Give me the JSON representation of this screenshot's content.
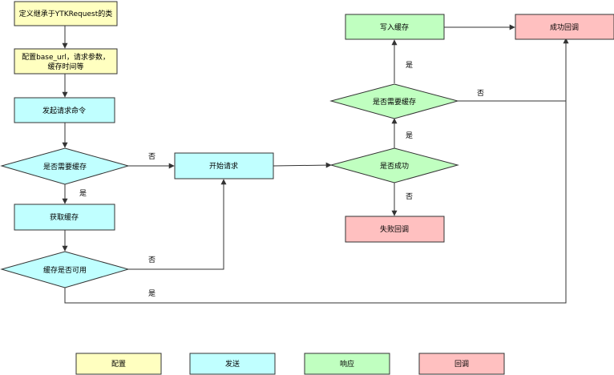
{
  "colors": {
    "config": "#ffffc0",
    "send": "#c0ffff",
    "response": "#c0ffc0",
    "callback": "#ffc0c0",
    "stroke": "#333333"
  },
  "nodes": {
    "define_class": {
      "label": "定义继承于YTKRequest的类",
      "shape": "rect",
      "category": "config"
    },
    "config_params": {
      "label_line1": "配置base_url，请求参数，",
      "label_line2": "缓存时间等",
      "shape": "rect",
      "category": "config"
    },
    "send_command": {
      "label": "发起请求命令",
      "shape": "rect",
      "category": "send"
    },
    "need_cache_1": {
      "label": "是否需要缓存",
      "shape": "diamond",
      "category": "send"
    },
    "get_cache": {
      "label": "获取缓存",
      "shape": "rect",
      "category": "send"
    },
    "cache_usable": {
      "label": "缓存是否可用",
      "shape": "diamond",
      "category": "send"
    },
    "start_request": {
      "label": "开始请求",
      "shape": "rect",
      "category": "send"
    },
    "is_success": {
      "label": "是否成功",
      "shape": "diamond",
      "category": "response"
    },
    "need_cache_2": {
      "label": "是否需要缓存",
      "shape": "diamond",
      "category": "response"
    },
    "write_cache": {
      "label": "写入缓存",
      "shape": "rect",
      "category": "response"
    },
    "fail_callback": {
      "label": "失败回调",
      "shape": "rect",
      "category": "callback"
    },
    "success_callback": {
      "label": "成功回调",
      "shape": "rect",
      "category": "callback"
    }
  },
  "edge_labels": {
    "need_cache_1_no": "否",
    "need_cache_1_yes": "是",
    "cache_usable_no": "否",
    "cache_usable_yes": "是",
    "is_success_yes": "是",
    "is_success_no": "否",
    "need_cache_2_yes": "是",
    "need_cache_2_no": "否"
  },
  "legend": [
    {
      "label": "配置",
      "category": "config"
    },
    {
      "label": "发送",
      "category": "send"
    },
    {
      "label": "响应",
      "category": "response"
    },
    {
      "label": "回调",
      "category": "callback"
    }
  ]
}
